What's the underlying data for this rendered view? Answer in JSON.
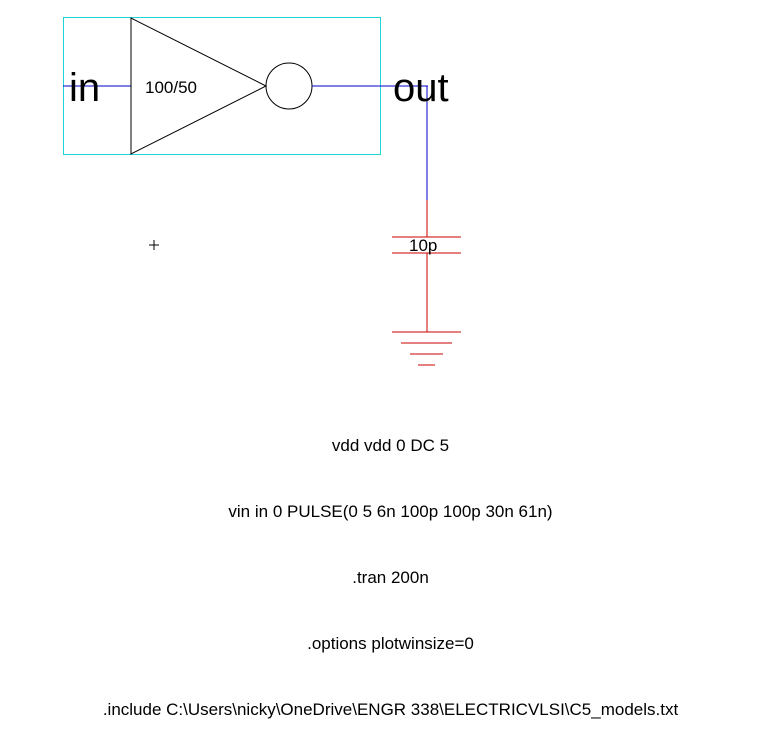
{
  "schematic": {
    "inverter": {
      "size_label": "100/50"
    },
    "nets": {
      "input_label": "in",
      "output_label": "out"
    },
    "capacitor": {
      "value_label": "10p"
    },
    "colors": {
      "instance_frame": "#22d3d3",
      "wire": "#0000c8",
      "capacitor_wire": "#c80000",
      "component": "#000000"
    }
  },
  "spice_code": {
    "lines": [
      "vdd vdd 0 DC 5",
      "vin in 0 PULSE(0 5 6n 100p 100p 30n 61n)",
      ".tran 200n",
      ".options plotwinsize=0",
      ".include C:\\Users\\nicky\\OneDrive\\ENGR 338\\ELECTRICVLSI\\C5_models.txt"
    ]
  }
}
